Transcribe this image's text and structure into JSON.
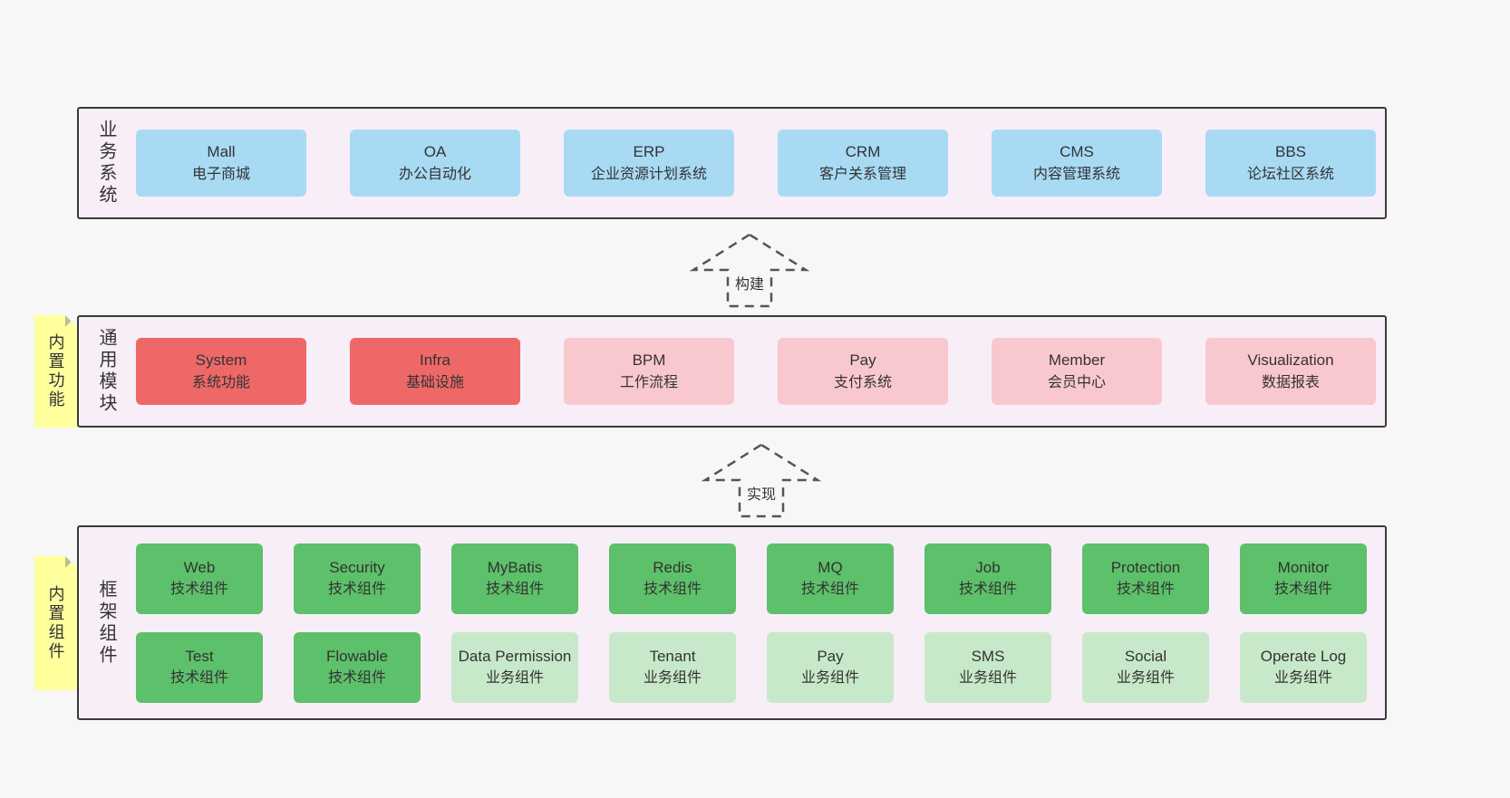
{
  "layers": {
    "business": {
      "side_label": "业务系统",
      "boxes": [
        {
          "en": "Mall",
          "zh": "电子商城",
          "variant": "blue"
        },
        {
          "en": "OA",
          "zh": "办公自动化",
          "variant": "blue"
        },
        {
          "en": "ERP",
          "zh": "企业资源计划系统",
          "variant": "blue"
        },
        {
          "en": "CRM",
          "zh": "客户关系管理",
          "variant": "blue"
        },
        {
          "en": "CMS",
          "zh": "内容管理系统",
          "variant": "blue"
        },
        {
          "en": "BBS",
          "zh": "论坛社区系统",
          "variant": "blue"
        }
      ]
    },
    "modules": {
      "side_label": "通用模块",
      "sticky_label": "内置功能",
      "boxes": [
        {
          "en": "System",
          "zh": "系统功能",
          "variant": "red"
        },
        {
          "en": "Infra",
          "zh": "基础设施",
          "variant": "red"
        },
        {
          "en": "BPM",
          "zh": "工作流程",
          "variant": "pink"
        },
        {
          "en": "Pay",
          "zh": "支付系统",
          "variant": "pink"
        },
        {
          "en": "Member",
          "zh": "会员中心",
          "variant": "pink"
        },
        {
          "en": "Visualization",
          "zh": "数据报表",
          "variant": "pink"
        }
      ]
    },
    "framework": {
      "side_label": "框架组件",
      "sticky_label": "内置组件",
      "row1": [
        {
          "en": "Web",
          "zh": "技术组件",
          "variant": "green"
        },
        {
          "en": "Security",
          "zh": "技术组件",
          "variant": "green"
        },
        {
          "en": "MyBatis",
          "zh": "技术组件",
          "variant": "green"
        },
        {
          "en": "Redis",
          "zh": "技术组件",
          "variant": "green"
        },
        {
          "en": "MQ",
          "zh": "技术组件",
          "variant": "green"
        },
        {
          "en": "Job",
          "zh": "技术组件",
          "variant": "green"
        },
        {
          "en": "Protection",
          "zh": "技术组件",
          "variant": "green"
        },
        {
          "en": "Monitor",
          "zh": "技术组件",
          "variant": "green"
        }
      ],
      "row2": [
        {
          "en": "Test",
          "zh": "技术组件",
          "variant": "green"
        },
        {
          "en": "Flowable",
          "zh": "技术组件",
          "variant": "green"
        },
        {
          "en": "Data Permission",
          "zh": "业务组件",
          "variant": "lightgreen"
        },
        {
          "en": "Tenant",
          "zh": "业务组件",
          "variant": "lightgreen"
        },
        {
          "en": "Pay",
          "zh": "业务组件",
          "variant": "lightgreen"
        },
        {
          "en": "SMS",
          "zh": "业务组件",
          "variant": "lightgreen"
        },
        {
          "en": "Social",
          "zh": "业务组件",
          "variant": "lightgreen"
        },
        {
          "en": "Operate Log",
          "zh": "业务组件",
          "variant": "lightgreen"
        }
      ]
    }
  },
  "arrows": {
    "build": "构建",
    "implement": "实现"
  },
  "colors": {
    "page_bg": "#f7f7f7",
    "band_bg": "#f8eef7",
    "band_border": "#3a3a3a",
    "blue_box": "#a8daf4",
    "red_box": "#ee6868",
    "pink_box": "#f9c8ce",
    "green_box": "#5dc06a",
    "light_green_box": "#c7e9c9",
    "sticky_yellow": "#ffff9e",
    "arrow_stroke": "#555555"
  }
}
